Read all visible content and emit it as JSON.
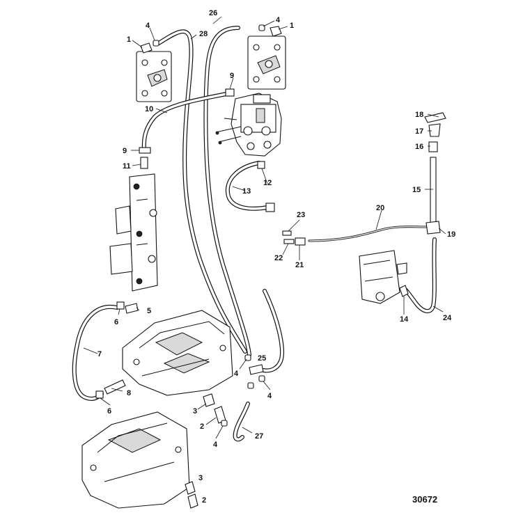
{
  "figure_id": "30672",
  "callouts": [
    {
      "key": "c1a",
      "text": "1"
    },
    {
      "key": "c1b",
      "text": "1"
    },
    {
      "key": "c2a",
      "text": "2"
    },
    {
      "key": "c2b",
      "text": "2"
    },
    {
      "key": "c3a",
      "text": "3"
    },
    {
      "key": "c3b",
      "text": "3"
    },
    {
      "key": "c4a",
      "text": "4"
    },
    {
      "key": "c4b",
      "text": "4"
    },
    {
      "key": "c4c",
      "text": "4"
    },
    {
      "key": "c4d",
      "text": "4"
    },
    {
      "key": "c4e",
      "text": "4"
    },
    {
      "key": "c5",
      "text": "5"
    },
    {
      "key": "c6a",
      "text": "6"
    },
    {
      "key": "c6b",
      "text": "6"
    },
    {
      "key": "c7",
      "text": "7"
    },
    {
      "key": "c8",
      "text": "8"
    },
    {
      "key": "c9a",
      "text": "9"
    },
    {
      "key": "c9b",
      "text": "9"
    },
    {
      "key": "c10",
      "text": "10"
    },
    {
      "key": "c11",
      "text": "11"
    },
    {
      "key": "c12",
      "text": "12"
    },
    {
      "key": "c13",
      "text": "13"
    },
    {
      "key": "c14",
      "text": "14"
    },
    {
      "key": "c15",
      "text": "15"
    },
    {
      "key": "c16",
      "text": "16"
    },
    {
      "key": "c17",
      "text": "17"
    },
    {
      "key": "c18",
      "text": "18"
    },
    {
      "key": "c19",
      "text": "19"
    },
    {
      "key": "c20",
      "text": "20"
    },
    {
      "key": "c21",
      "text": "21"
    },
    {
      "key": "c22",
      "text": "22"
    },
    {
      "key": "c23",
      "text": "23"
    },
    {
      "key": "c24",
      "text": "24"
    },
    {
      "key": "c25",
      "text": "25"
    },
    {
      "key": "c26",
      "text": "26"
    },
    {
      "key": "c27",
      "text": "27"
    },
    {
      "key": "c28",
      "text": "28"
    }
  ]
}
